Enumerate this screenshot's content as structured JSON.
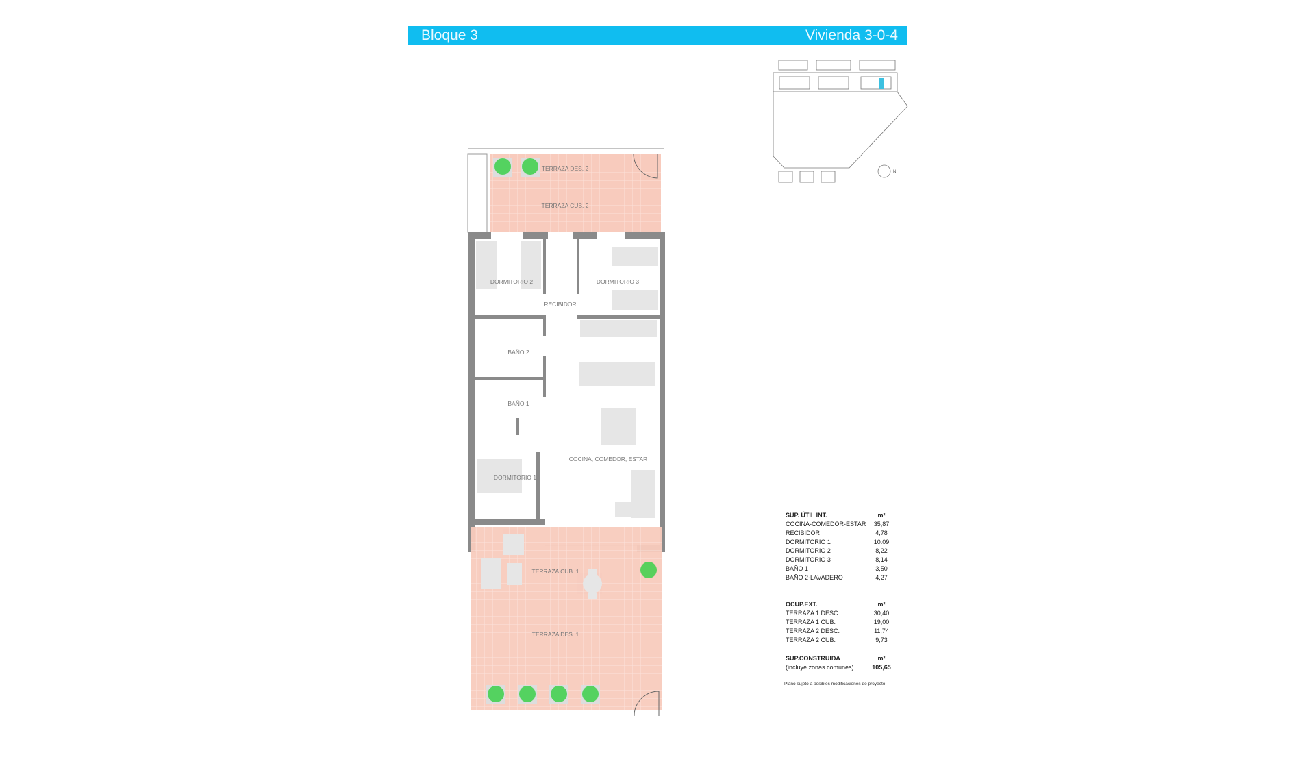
{
  "header": {
    "left": "Bloque 3",
    "right": "Vivienda 3-0-4",
    "color": "#10bdf0"
  },
  "rooms": {
    "terraza_des_2": "TERRAZA DES. 2",
    "terraza_cub_2": "TERRAZA CUB. 2",
    "dormitorio_2": "DORMITORIO 2",
    "dormitorio_3": "DORMITORIO 3",
    "recibidor": "RECIBIDOR",
    "bano_2": "BAÑO 2",
    "bano_1": "BAÑO 1",
    "cocina": "COCINA, COMEDOR, ESTAR",
    "dormitorio_1": "DORMITORIO 1",
    "terraza_cub_1": "TERRAZA CUB. 1",
    "terraza_des_1": "TERRAZA DES. 1"
  },
  "areas": {
    "util": {
      "title": "SUP. ÚTIL INT.",
      "unit": "m²",
      "rows": [
        {
          "name": "COCINA-COMEDOR-ESTAR",
          "value": "35,87"
        },
        {
          "name": "RECIBIDOR",
          "value": "4,78"
        },
        {
          "name": "DORMITORIO 1",
          "value": "10.09"
        },
        {
          "name": "DORMITORIO 2",
          "value": "8,22"
        },
        {
          "name": "DORMITORIO 3",
          "value": "8,14"
        },
        {
          "name": "BAÑO 1",
          "value": "3,50"
        },
        {
          "name": "BAÑO 2-LAVADERO",
          "value": "4,27"
        }
      ]
    },
    "ext": {
      "title": "OCUP.EXT.",
      "unit": "m²",
      "rows": [
        {
          "name": "TERRAZA 1 DESC.",
          "value": "30,40"
        },
        {
          "name": "TERRAZA 1 CUB.",
          "value": "19,00"
        },
        {
          "name": "TERRAZA 2 DESC.",
          "value": "11,74"
        },
        {
          "name": "TERRAZA 2 CUB.",
          "value": "9,73"
        }
      ]
    },
    "construida": {
      "title": "SUP.CONSTRUIDA",
      "unit": "m²",
      "note": "(incluye zonas comunes)",
      "value": "105,65"
    },
    "disclaimer": "Plano sujeto a posibles modificaciones de proyecto"
  },
  "site_map": {
    "north_label": "N",
    "highlight_color": "#3cc0e0"
  },
  "colors": {
    "terrace": "#f8cbbd",
    "wall": "#8a8a8a",
    "plant": "#3cd04a"
  }
}
